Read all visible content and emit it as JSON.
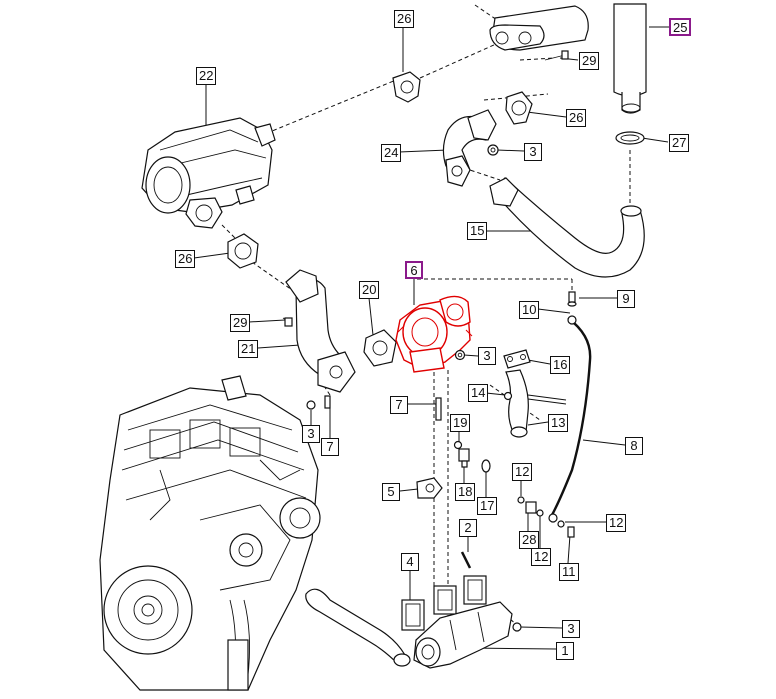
{
  "callouts": {
    "c1": "1",
    "c2": "2",
    "c3a": "3",
    "c3b": "3",
    "c3c": "3",
    "c3d": "3",
    "c4": "4",
    "c5": "5",
    "c6": "6",
    "c7a": "7",
    "c7b": "7",
    "c8": "8",
    "c9": "9",
    "c10": "10",
    "c11": "11",
    "c12a": "12",
    "c12b": "12",
    "c12c": "12",
    "c13": "13",
    "c14": "14",
    "c15": "15",
    "c16": "16",
    "c17": "17",
    "c18": "18",
    "c19": "19",
    "c20": "20",
    "c21": "21",
    "c22": "22",
    "c24": "24",
    "c25": "25",
    "c26a": "26",
    "c26b": "26",
    "c26c": "26",
    "c27": "27",
    "c28": "28",
    "c29a": "29",
    "c29b": "29"
  },
  "highlight": {
    "color": "#e00000",
    "frame_color": "#8b1a8b"
  }
}
